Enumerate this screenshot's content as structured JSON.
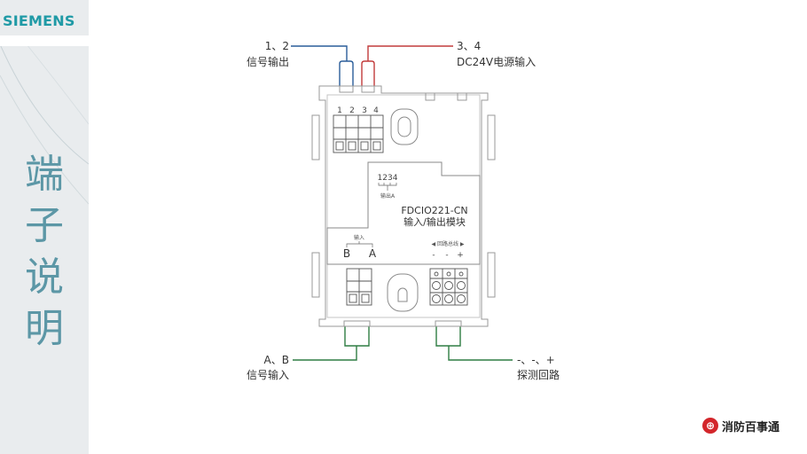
{
  "brand": {
    "logo_text": "SIEMENS",
    "footer_logo_text": "消防百事通",
    "footer_icon_glyph": "⊕"
  },
  "sidebar": {
    "title_chars": [
      "端",
      "子",
      "说",
      "明"
    ]
  },
  "callouts": {
    "signal_output": {
      "terminals": "1、2",
      "label": "信号输出"
    },
    "power_input": {
      "terminals": "3、4",
      "label": "DC24V电源输入"
    },
    "signal_input": {
      "terminals": "A、B",
      "label": "信号输入"
    },
    "detection_loop": {
      "terminals": "-、-、+",
      "label": "探测回路"
    }
  },
  "device": {
    "terminal_numbers": [
      "1",
      "2",
      "3",
      "4"
    ],
    "small_numbers": "1234",
    "output_small_label": "输出A",
    "model": "FDCIO221-CN",
    "description": "输入/输出模块",
    "input_small_label": "输入",
    "input_terminals": [
      "B",
      "A"
    ],
    "loop_small_label": "◀ 回路总线 ▶",
    "loop_signs": [
      "-",
      "-",
      "+"
    ]
  },
  "colors": {
    "blue_wire": "#2a5d9a",
    "red_wire": "#c23b3b",
    "green_wire": "#2f7d43",
    "accent": "#1f9aa6",
    "device_stroke": "#9a9a9a"
  }
}
